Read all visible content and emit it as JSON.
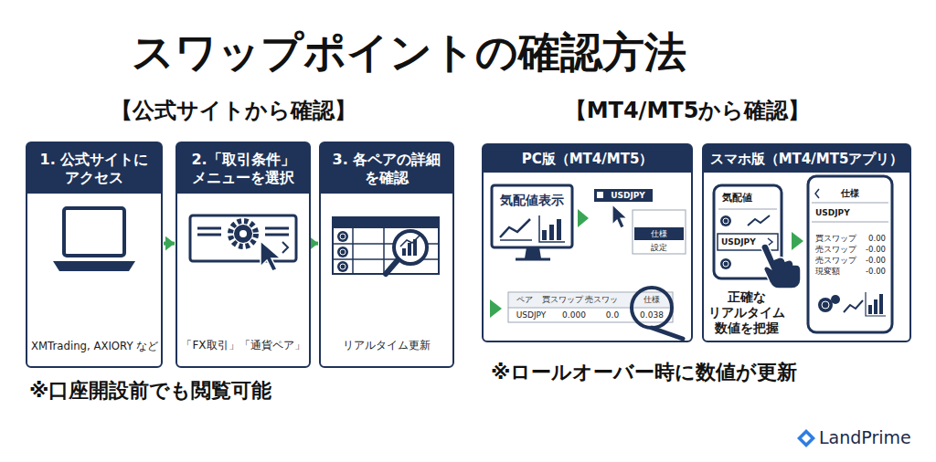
{
  "diagram": {
    "title": "スワップポイントの確認方法",
    "nodes": [
      {
        "text": [
          "1. 公式サイトに アクセス",
          "XMTrading, AXIORY など"
        ]
      },
      {
        "text": [
          "2.「取引条件」 メニューを選択",
          "「FX取引」「通貨ペア」"
        ]
      },
      {
        "text": [
          "3. 各ペアの詳細 を確認",
          "リアルタイム更新"
        ]
      },
      {
        "text": [
          "PC版（MT4/MT5）"
        ]
      },
      {
        "text": [
          "スマホ版（MT4/MT5アプリ）",
          "正確な リアルタイム 数値を把握"
        ]
      }
    ],
    "edges": [
      {
        "from": 0,
        "to": 1,
        "arrow": "to"
      },
      {
        "from": 1,
        "to": 2,
        "arrow": "to"
      }
    ],
    "labels": [
      "【公式サイトから確認】",
      "【MT4/MT5から確認】",
      "※口座開設前でも閲覧可能",
      "※ロールオーバー時に数値が更新",
      "気配値表示",
      "USDJPY",
      "仕様",
      "設定",
      "ペア",
      "買スワップ",
      "売スワッ",
      "仕様",
      "USDJPY",
      "0.000",
      "0.0",
      "0.038",
      "気配値",
      "USDJPY",
      "仕様",
      "USDJPY",
      "買スワップ",
      "0.00",
      "売スワップ",
      "-0.00",
      "売スワップ",
      "-0.00",
      "現変額",
      "-0.00",
      "LandPrime"
    ]
  }
}
